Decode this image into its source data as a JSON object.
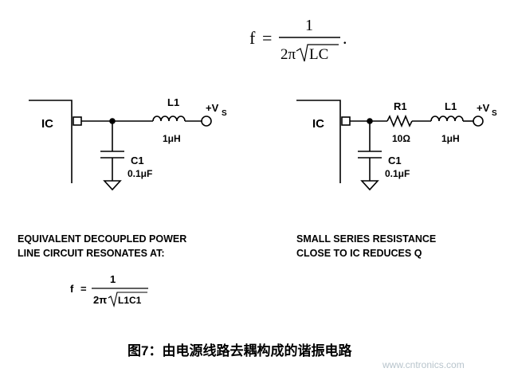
{
  "top_formula": {
    "f": "f",
    "eq": "=",
    "numerator": "1",
    "two_pi": "2π",
    "radicand": "LC",
    "period": "."
  },
  "left_circuit": {
    "ic_label": "IC",
    "inductor_name": "L1",
    "inductor_value": "1μH",
    "supply_v": "+V",
    "supply_sub": "S",
    "cap_name": "C1",
    "cap_value": "0.1μF"
  },
  "right_circuit": {
    "ic_label": "IC",
    "resistor_name": "R1",
    "resistor_value": "10Ω",
    "inductor_name": "L1",
    "inductor_value": "1μH",
    "supply_v": "+V",
    "supply_sub": "S",
    "cap_name": "C1",
    "cap_value": "0.1μF"
  },
  "left_caption": {
    "line1": "EQUIVALENT DECOUPLED POWER",
    "line2": "LINE CIRCUIT RESONATES AT:"
  },
  "right_caption": {
    "line1": "SMALL SERIES RESISTANCE",
    "line2": "CLOSE TO IC REDUCES Q"
  },
  "bottom_formula": {
    "f": "f",
    "eq": "=",
    "numerator": "1",
    "two_pi": "2π",
    "radicand": "L1C1"
  },
  "figure_caption": "图7：由电源线路去耦构成的谐振电路",
  "watermark": "www.cntronics.com"
}
